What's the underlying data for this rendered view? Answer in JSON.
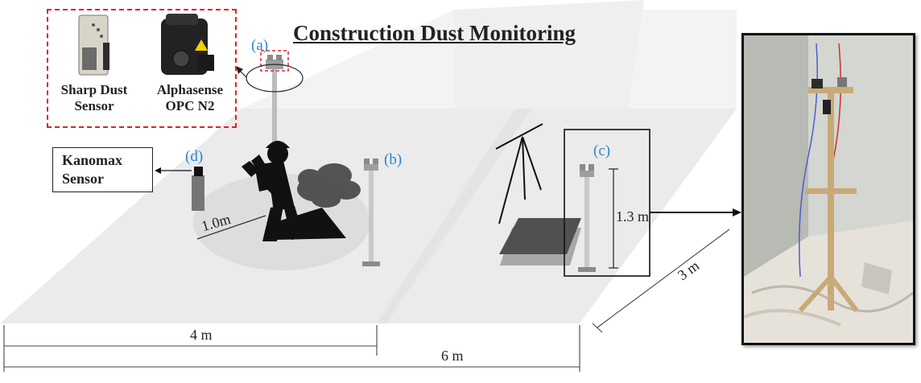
{
  "title": "Construction Dust Monitoring",
  "sensor_labels": {
    "a": "(a)",
    "b": "(b)",
    "c": "(c)",
    "d": "(d)"
  },
  "inset": {
    "sensor1_line1": "Sharp Dust",
    "sensor1_line2": "Sensor",
    "sensor2_line1": "Alphasense",
    "sensor2_line2": "OPC N2"
  },
  "kanomax": {
    "line1": "Kanomax",
    "line2": "Sensor"
  },
  "dimensions": {
    "radius": "1.0m",
    "height": "1.3 m",
    "depth": "3 m",
    "width_inner": "4 m",
    "width_outer": "6 m"
  },
  "colors": {
    "floor": "#ebebeb",
    "wall": "#f3f3f3",
    "label_blue": "#2e87c9",
    "inset_border": "#e0202a"
  }
}
